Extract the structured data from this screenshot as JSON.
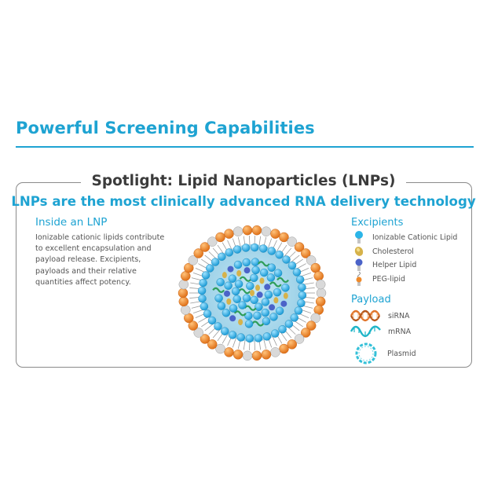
{
  "header": {
    "title": "Powerful Screening Capabilities",
    "accent_color": "#1ea3d2"
  },
  "spotlight": {
    "title": "Spotlight: Lipid Nanoparticles (LNPs)",
    "headline": "LNPs are the most clinically advanced RNA delivery technology"
  },
  "inside": {
    "heading": "Inside an LNP",
    "body": "Ionizable cationic lipids contribute to excellent encapsulation and payload release. Excipients, payloads and their relative quantities affect potency."
  },
  "excipients": {
    "heading": "Excipients",
    "items": [
      {
        "label": "Ionizable Cationic Lipid",
        "icon": "ionizable-cationic-lipid-icon",
        "color": "#2bb5e8"
      },
      {
        "label": "Cholesterol",
        "icon": "cholesterol-icon",
        "color": "#d6b24a"
      },
      {
        "label": "Helper Lipid",
        "icon": "helper-lipid-icon",
        "color": "#4b63c8"
      },
      {
        "label": "PEG-lipid",
        "icon": "peg-lipid-icon",
        "color": "#f08a2a"
      }
    ]
  },
  "payload": {
    "heading": "Payload",
    "items": [
      {
        "label": "siRNA",
        "icon": "sirna-icon",
        "color": "#e0742a"
      },
      {
        "label": "mRNA",
        "icon": "mrna-icon",
        "color": "#1fb5c8"
      },
      {
        "label": "Plasmid",
        "icon": "plasmid-icon",
        "color": "#33c0d8"
      }
    ]
  }
}
